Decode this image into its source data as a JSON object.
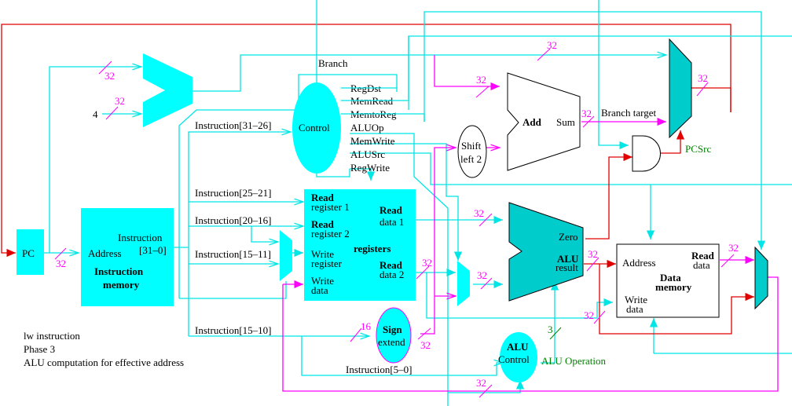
{
  "title": "lw instruction Phase 3 datapath",
  "caption": {
    "line1": "lw instruction",
    "line2": "Phase 3",
    "line3": "ALU computation for effective address"
  },
  "colors": {
    "unit_fill": "#00ffff",
    "active_fill": "#00cccc",
    "wire": "#00e5e5",
    "control_wire": "#e00000",
    "active_data_wire": "#ff00ff",
    "control_signal_text": "#008000",
    "bus_width_text": "#ff00ff"
  },
  "units": {
    "pc": {
      "label": "PC"
    },
    "pc_adder": {
      "const_input": "4"
    },
    "instruction_memory": {
      "address": "Address",
      "out_line1": "Instruction",
      "out_line2": "[31–0]",
      "name_line1": "Instruction",
      "name_line2": "memory"
    },
    "control": {
      "label": "Control"
    },
    "registers": {
      "name": "registers",
      "read_reg1_a": "Read",
      "read_reg1_b": "register 1",
      "read_reg2_a": "Read",
      "read_reg2_b": "register 2",
      "write_reg_a": "Write",
      "write_reg_b": "register",
      "write_data_a": "Write",
      "write_data_b": "data",
      "read_data1_a": "Read",
      "read_data1_b": "data 1",
      "read_data2_a": "Read",
      "read_data2_b": "data 2"
    },
    "sign_extend": {
      "line1": "Sign",
      "line2": "extend"
    },
    "shift_left": {
      "line1": "Shift",
      "line2": "left 2"
    },
    "branch_adder": {
      "name": "Add",
      "output": "Sum"
    },
    "alu": {
      "zero": "Zero",
      "result_a": "ALU",
      "result_b": "result"
    },
    "alu_control": {
      "line1": "ALU",
      "line2": "Control"
    },
    "data_memory": {
      "address": "Address",
      "write_a": "Write",
      "write_b": "data",
      "read_a": "Read",
      "read_b": "data",
      "name_line1": "Data",
      "name_line2": "memory"
    }
  },
  "control_signals": [
    "Branch",
    "RegDst",
    "MemRead",
    "MemtoReg",
    "ALUOp",
    "MemWrite",
    "ALUSrc",
    "RegWrite"
  ],
  "instruction_fields": {
    "f31_26": "Instruction[31–26]",
    "f25_21": "Instruction[25–21]",
    "f20_16": "Instruction[20–16]",
    "f15_11": "Instruction[15–11]",
    "f15_0": "Instruction[15–10]",
    "f5_0": "Instruction[5–0]"
  },
  "signals": {
    "branch_target": "Branch target",
    "pcsrc": "PCSrc",
    "alu_operation": "ALU Operation"
  },
  "bus_widths": {
    "w32": "32",
    "w16": "16",
    "w3": "3"
  }
}
